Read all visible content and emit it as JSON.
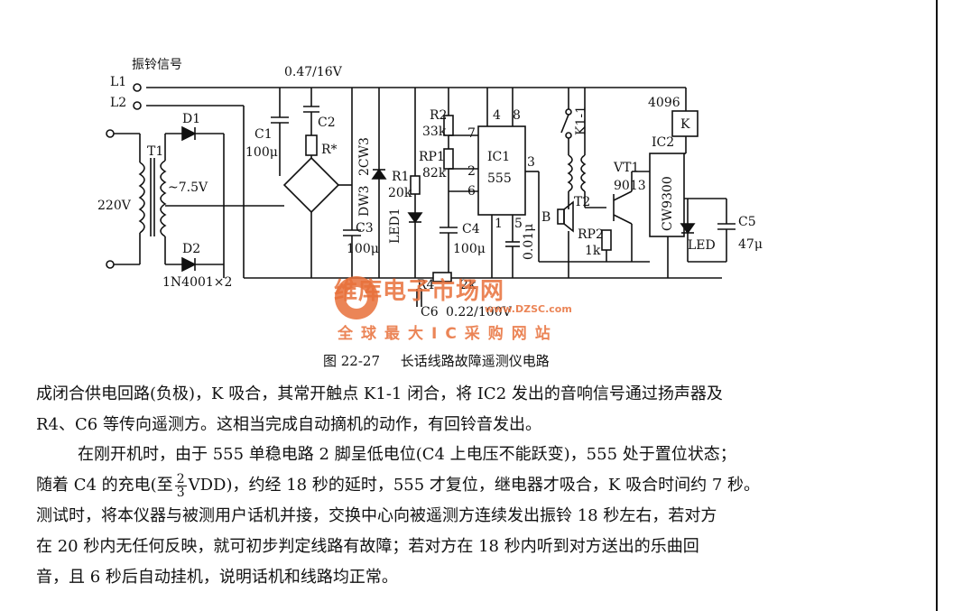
{
  "figure": {
    "caption_number": "图 22-27",
    "caption_title": "长话线路故障遥测仪电路",
    "labels": {
      "ring_signal": "振铃信号",
      "cap_top": "0.47/16V",
      "L1": "L1",
      "L2": "L2",
      "v220": "220V",
      "T1": "T1",
      "v75": "~7.5V",
      "D1": "D1",
      "D2": "D2",
      "diodes": "1N4001×2",
      "C1": "C1",
      "C1v": "100μ",
      "C2": "C2",
      "Rstar": "R*",
      "DW3": "DW3",
      "zener": "2CW3",
      "C3": "C3",
      "C3v": "100μ",
      "LED1": "LED1",
      "R1": "R1",
      "R1v": "20k",
      "R2": "R2",
      "R2v": "33k",
      "RP1": "RP1",
      "RP1v": "82k",
      "C4": "C4",
      "C4v": "100μ",
      "IC1": "IC1",
      "ic555": "555",
      "pin4": "4",
      "pin8": "8",
      "pin7": "7",
      "pin2": "2",
      "pin6": "6",
      "pin3": "3",
      "pin1": "1",
      "pin5": "5",
      "c001": "0.01μ",
      "B": "B",
      "K11": "K1-1",
      "T2": "T2",
      "RP2": "RP2",
      "RP2v": "1k",
      "VT1": "VT1",
      "vt9013": "9013",
      "r4096": "4096",
      "K": "K",
      "IC2": "IC2",
      "cw9300": "CW9300",
      "LED": "LED",
      "C5": "C5",
      "C5v": "47μ",
      "R4": "R4",
      "R4v": "2k",
      "C6": "C6",
      "C6v": "0.22/100V"
    }
  },
  "watermark": {
    "brand": "维库电子市场网",
    "url": "www.DZSC.com",
    "slogan": "全球最大IC采购网站"
  },
  "text": {
    "p1a": "成闭合供电回路(负极)，K 吸合，其常开触点 K1-1 闭合，将 IC2 发出的音响信号通过扬声器及",
    "p1b": "R4、C6 等传向遥测方。这相当完成自动摘机的动作，有回铃音发出。",
    "p2a": "在刚开机时，由于 555 单稳电路 2 脚呈低电位(C4 上电压不能跃变)，555 处于置位状态；",
    "p2b_pre": "随着 C4 的充电(至",
    "frac_num": "2",
    "frac_den": "3",
    "p2b_post": "VDD)，约经 18 秒的延时，555 才复位，继电器才吸合，K 吸合时间约 7 秒。",
    "p2c": "测试时，将本仪器与被测用户话机并接，交换中心向被遥测方连续发出振铃 18 秒左右，若对方",
    "p2d": "在 20 秒内无任何反映，就可初步判定线路有故障；若对方在 18 秒内听到对方送出的乐曲回",
    "p2e": "音，且 6 秒后自动挂机，说明话机和线路均正常。"
  }
}
